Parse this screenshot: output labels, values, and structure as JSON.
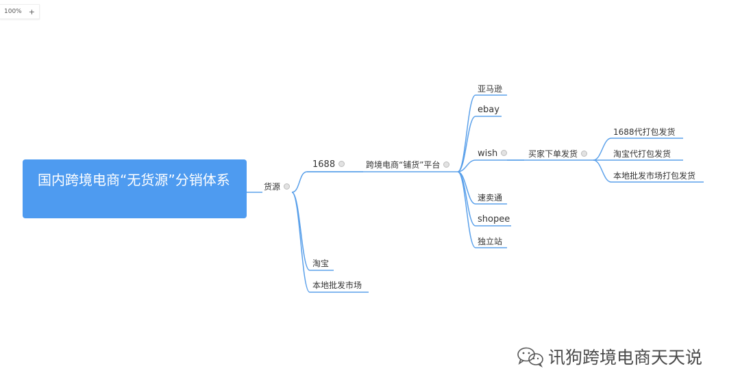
{
  "toolbar": {
    "zoom": "100%",
    "zoom_in": "+"
  },
  "root": {
    "label": "国内跨境电商“无货源”分销体系"
  },
  "nodes": {
    "source": "货源",
    "n1688": "1688",
    "taobao": "淘宝",
    "local_market": "本地批发市场",
    "platform": "跨境电商“铺货”平台",
    "amazon": "亚马逊",
    "ebay": "ebay",
    "wish": "wish",
    "aliexpress": "速卖通",
    "shopee": "shopee",
    "independent": "独立站",
    "buyer_order": "买家下单发货",
    "ship_1688": "1688代打包发货",
    "ship_taobao": "淘宝代打包发货",
    "ship_local": "本地批发市场打包发货"
  },
  "colors": {
    "root_bg": "#4e9bf0",
    "link": "#5aa0ea"
  },
  "watermark": {
    "text": "讯狗跨境电商天天说",
    "icon": "wechat-icon"
  }
}
